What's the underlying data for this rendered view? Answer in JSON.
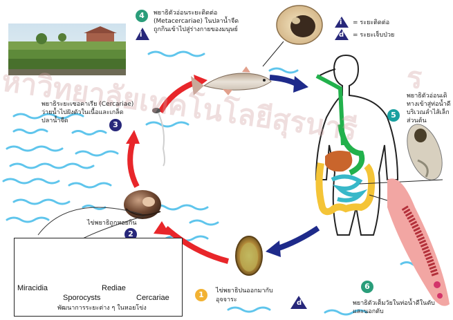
{
  "stages": {
    "s1": {
      "num": "1",
      "line1": "ไข่พยาธิปนออกมากับ",
      "line2": "อุจจาระ"
    },
    "s2": {
      "num": "2",
      "text": "ไข่พยาธิถูกหอยกิน"
    },
    "s3": {
      "num": "3",
      "line1": "พยาธิระยะเซอคาเรีย (Cercariae)",
      "line2": "ว่ายน้ำไปฝังตัวในเนื้อและเกล็ด",
      "line3": "ปลาน้ำจืด"
    },
    "s4": {
      "num": "4",
      "line1": "พยาธิตัวอ่อนระยะติดต่อ",
      "line2": "(Metacercariae) ในปลาน้ำจืด",
      "line3": "ถูกกินเข้าไปสู่ร่างกายของมนุษย์"
    },
    "s5": {
      "num": "5",
      "line1": "พยาธิตัวอ่อนเดิ",
      "line2": "ทางเข้าสู่ท่อน้ำดี",
      "line3": "บริเวณลำไส้เล็ก",
      "line4": "ส่วนต้น"
    },
    "s6": {
      "num": "6",
      "line1": "พยาธิตัวเต็มวัยในท่อน้ำดีในตับ",
      "line2": "และนอกตับ"
    }
  },
  "key": {
    "infective_letter": "i",
    "infective_label": "= ระยะติดต่อ",
    "diagnostic_letter": "d",
    "diagnostic_label": "= ระยะเจ็บป่วย"
  },
  "markers": {
    "i": "i",
    "d": "d"
  },
  "legend": {
    "miracidia": "Miracidia",
    "sporocysts": "Sporocysts",
    "rediae": "Rediae",
    "cercariae": "Cercariae",
    "caption": "พัฒนาการระยะต่าง ๆ ในหอยโข่ง"
  },
  "watermark": {
    "line1": "หาวิทยาลัยเทคโนโลยีสุรนารี",
    "line2": "ร"
  },
  "colors": {
    "red_arrow": "#e8262a",
    "blue_arrow": "#1e2a8a",
    "badge_green": "#2a9d7a",
    "badge_navy": "#27277a",
    "badge_yellow": "#f2b233",
    "badge_teal": "#19a0a0",
    "water": "#5fc5ec",
    "bile": "#22b14c",
    "liver": "#c9652c",
    "intestine": "#f4c437",
    "small_int": "#38b8c9",
    "fluke": "#f2a6a3"
  }
}
